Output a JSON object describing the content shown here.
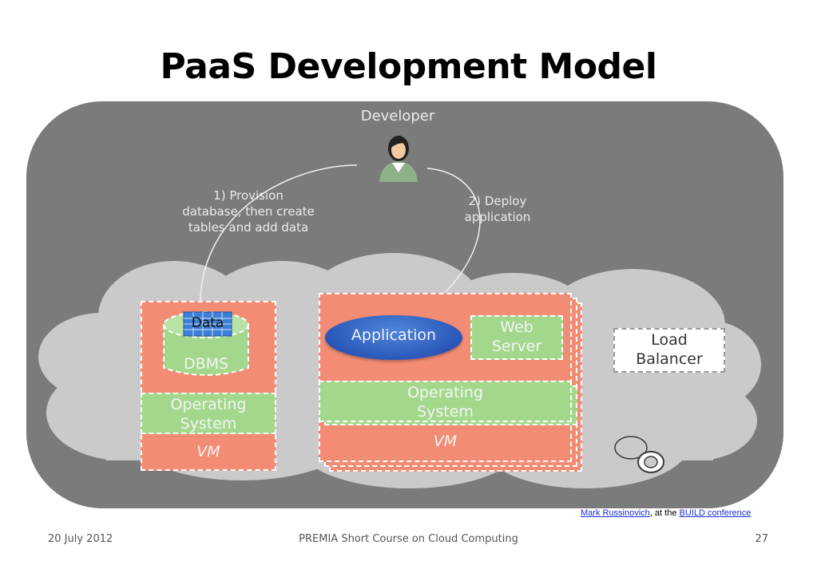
{
  "slide": {
    "title": "PaaS Development Model"
  },
  "diagram": {
    "developer_label": "Developer",
    "step1_lines": [
      "1) Provision",
      "database, then create",
      "tables and add data"
    ],
    "step2_lines": [
      "2) Deploy",
      "application"
    ],
    "data_label": "Data",
    "dbms_label": "DBMS",
    "os_label_lines": [
      "Operating",
      "System"
    ],
    "vm_label": "VM",
    "application_label": "Application",
    "web_server_lines": [
      "Web",
      "Server"
    ],
    "load_balancer_lines": [
      "Load",
      "Balancer"
    ]
  },
  "caption": {
    "author_link": "Mark Russinovich",
    "middle_text": ", at the ",
    "conference_link": "BUILD conference"
  },
  "footer": {
    "date": "20 July 2012",
    "course": "PREMIA Short Course on Cloud Computing",
    "page_number": "27"
  },
  "colors": {
    "panel": "#7b7b7b",
    "cloud": "#c9c9c9",
    "vm_red": "#f28c75",
    "os_green": "#a3d88c",
    "application_blue": "#2f5ec0"
  }
}
